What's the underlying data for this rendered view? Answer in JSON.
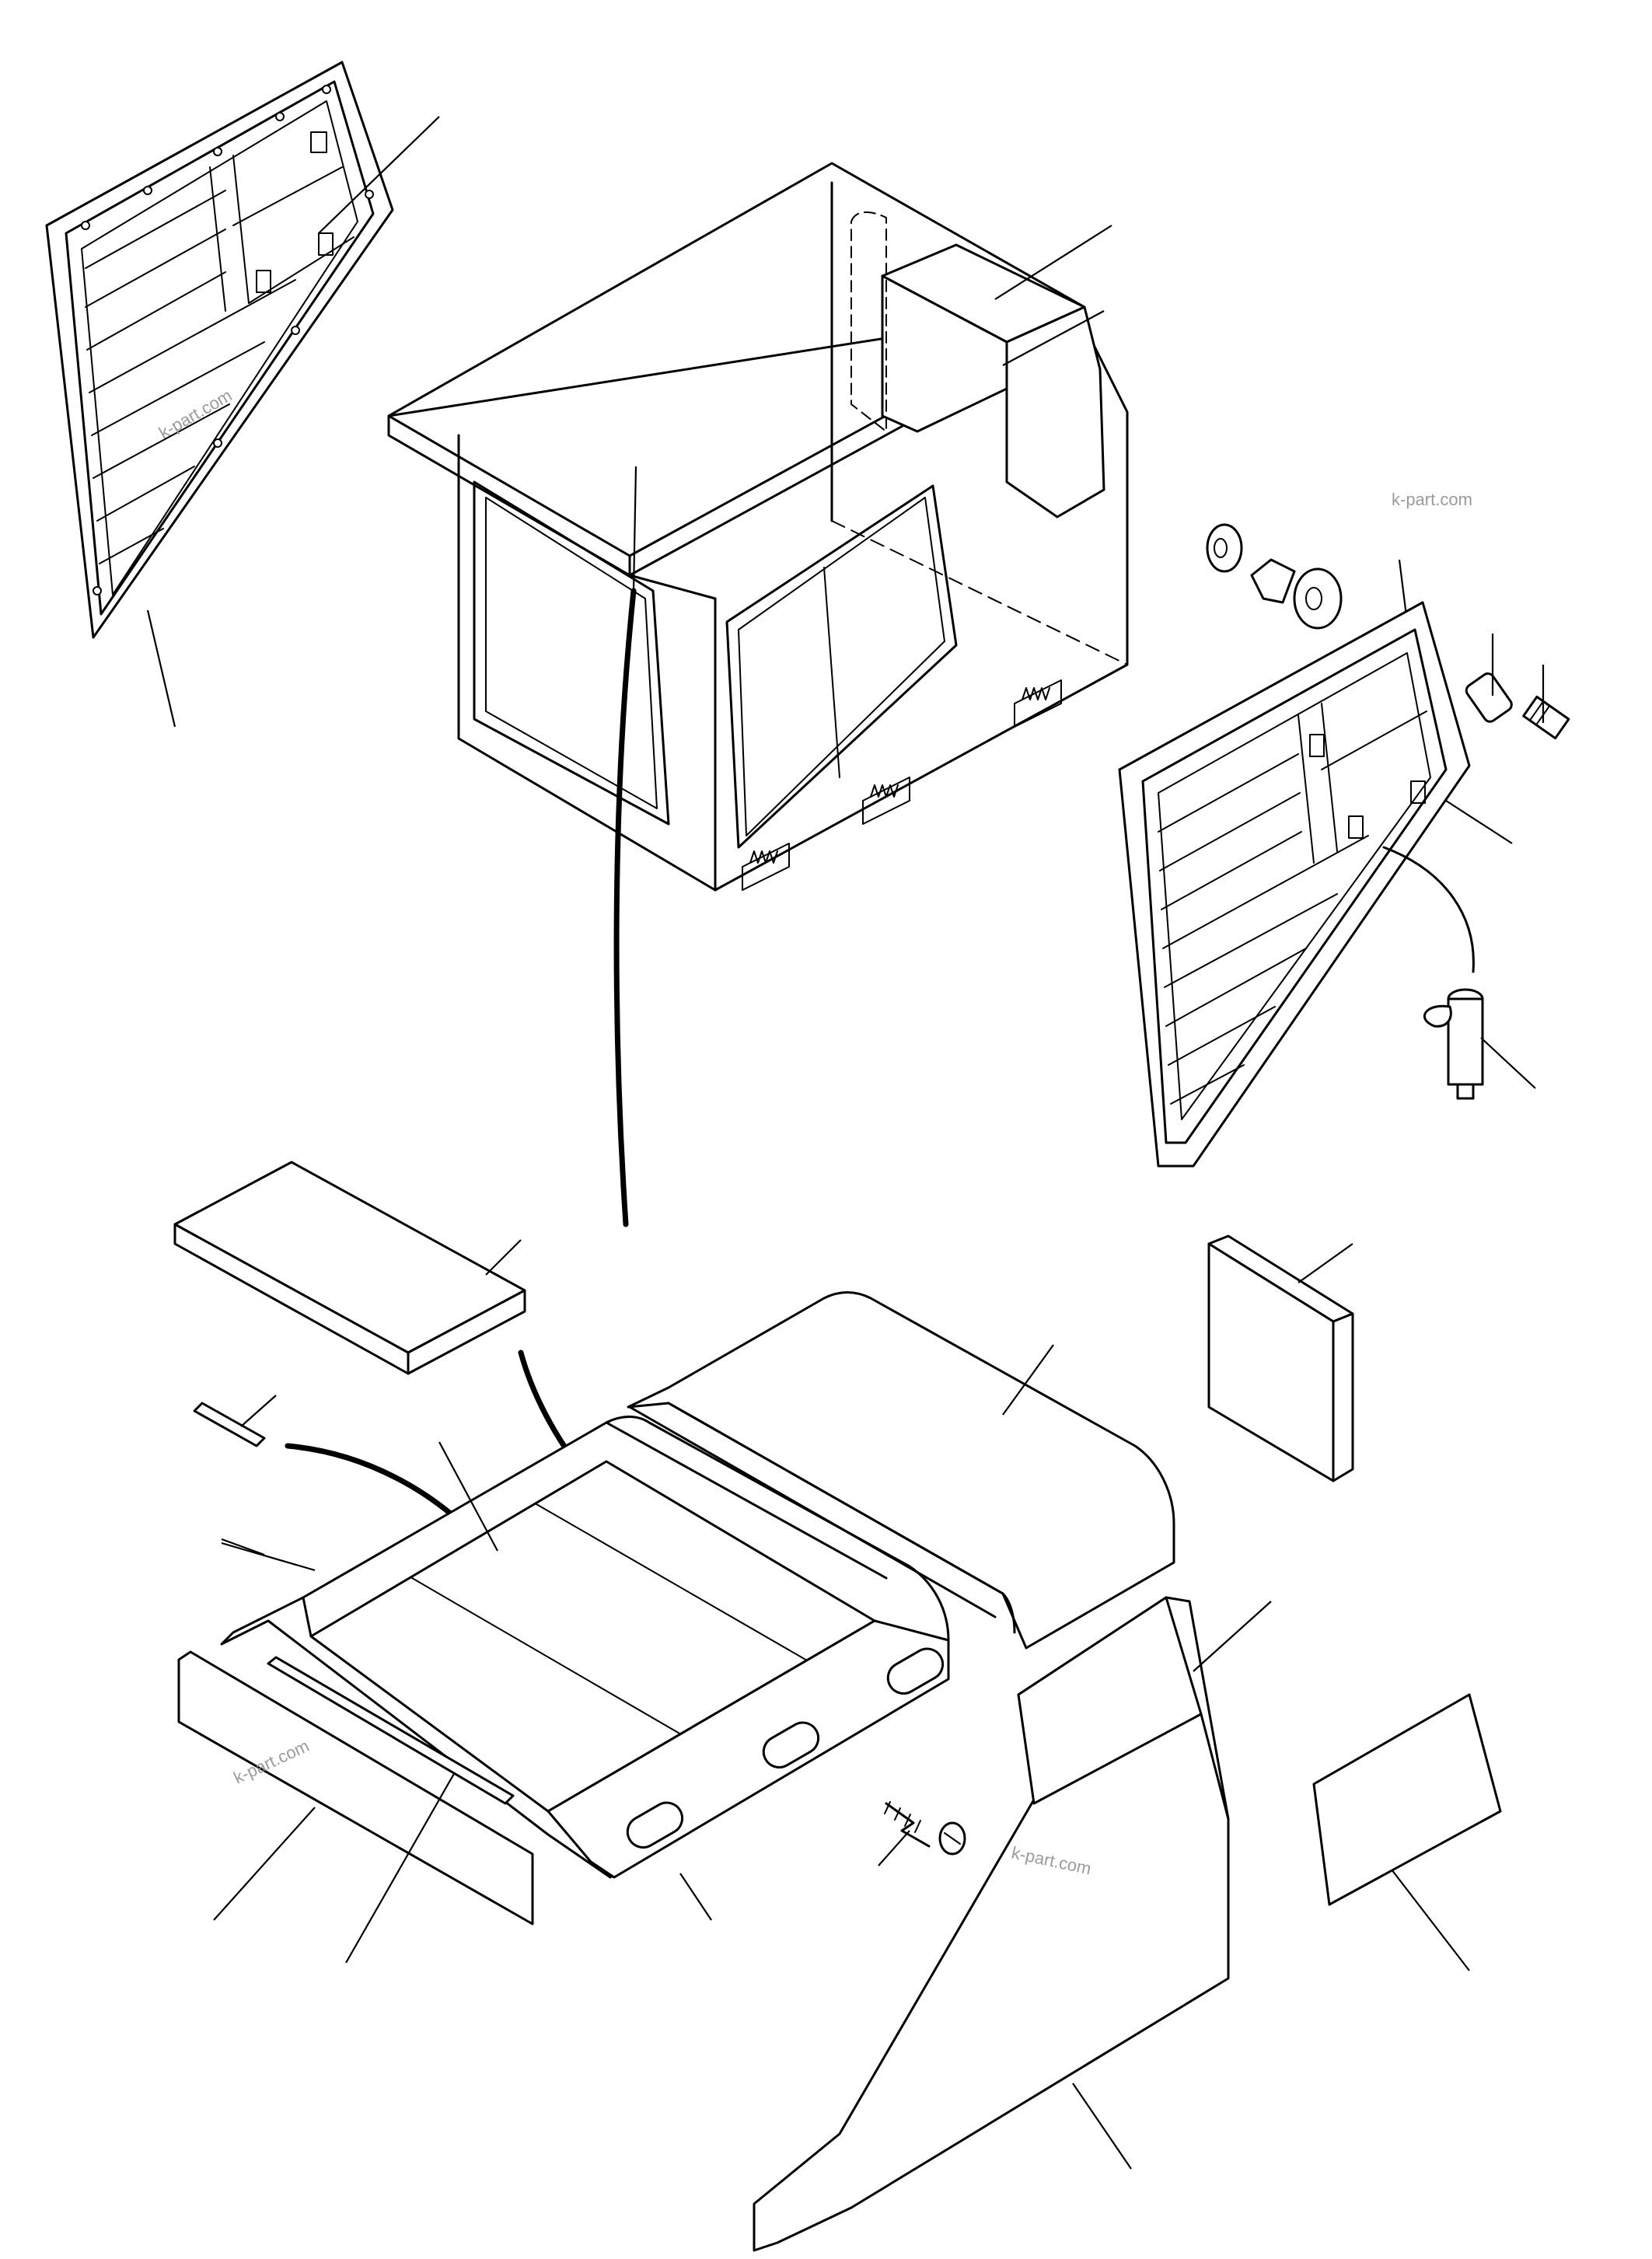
{
  "watermarks": [
    "k-part.com",
    "k-part.com",
    "k-part.com",
    "k-part.com"
  ]
}
